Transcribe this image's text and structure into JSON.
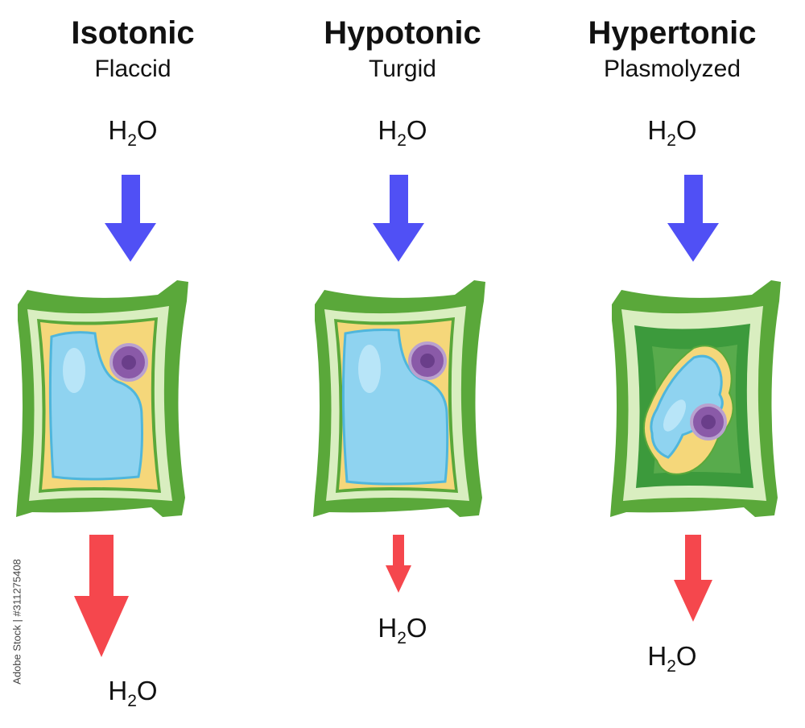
{
  "panels": [
    {
      "title": "Isotonic",
      "subtitle": "Flaccid",
      "water_in": {
        "main": "H",
        "sub": "2",
        "tail": "O"
      },
      "water_out": {
        "main": "H",
        "sub": "2",
        "tail": "O"
      },
      "outflow_level": "large"
    },
    {
      "title": "Hypotonic",
      "subtitle": "Turgid",
      "water_in": {
        "main": "H",
        "sub": "2",
        "tail": "O"
      },
      "water_out": {
        "main": "H",
        "sub": "2",
        "tail": "O"
      },
      "outflow_level": "small"
    },
    {
      "title": "Hypertonic",
      "subtitle": "Plasmolyzed",
      "water_in": {
        "main": "H",
        "sub": "2",
        "tail": "O"
      },
      "water_out": {
        "main": "H",
        "sub": "2",
        "tail": "O"
      },
      "outflow_level": "medium"
    }
  ],
  "watermark": "Adobe Stock | #311275408",
  "colors": {
    "inflow_arrow": "#5050f5",
    "outflow_arrow": "#f5474d",
    "cell_wall": "#5aa83a",
    "cell_wall_light": "#d9eec0",
    "cytoplasm": "#f5d77a",
    "vacuole": "#8fd3f0",
    "nucleus": "#8a5aa8",
    "plasmolyzed_space": "#3c9a3c"
  }
}
